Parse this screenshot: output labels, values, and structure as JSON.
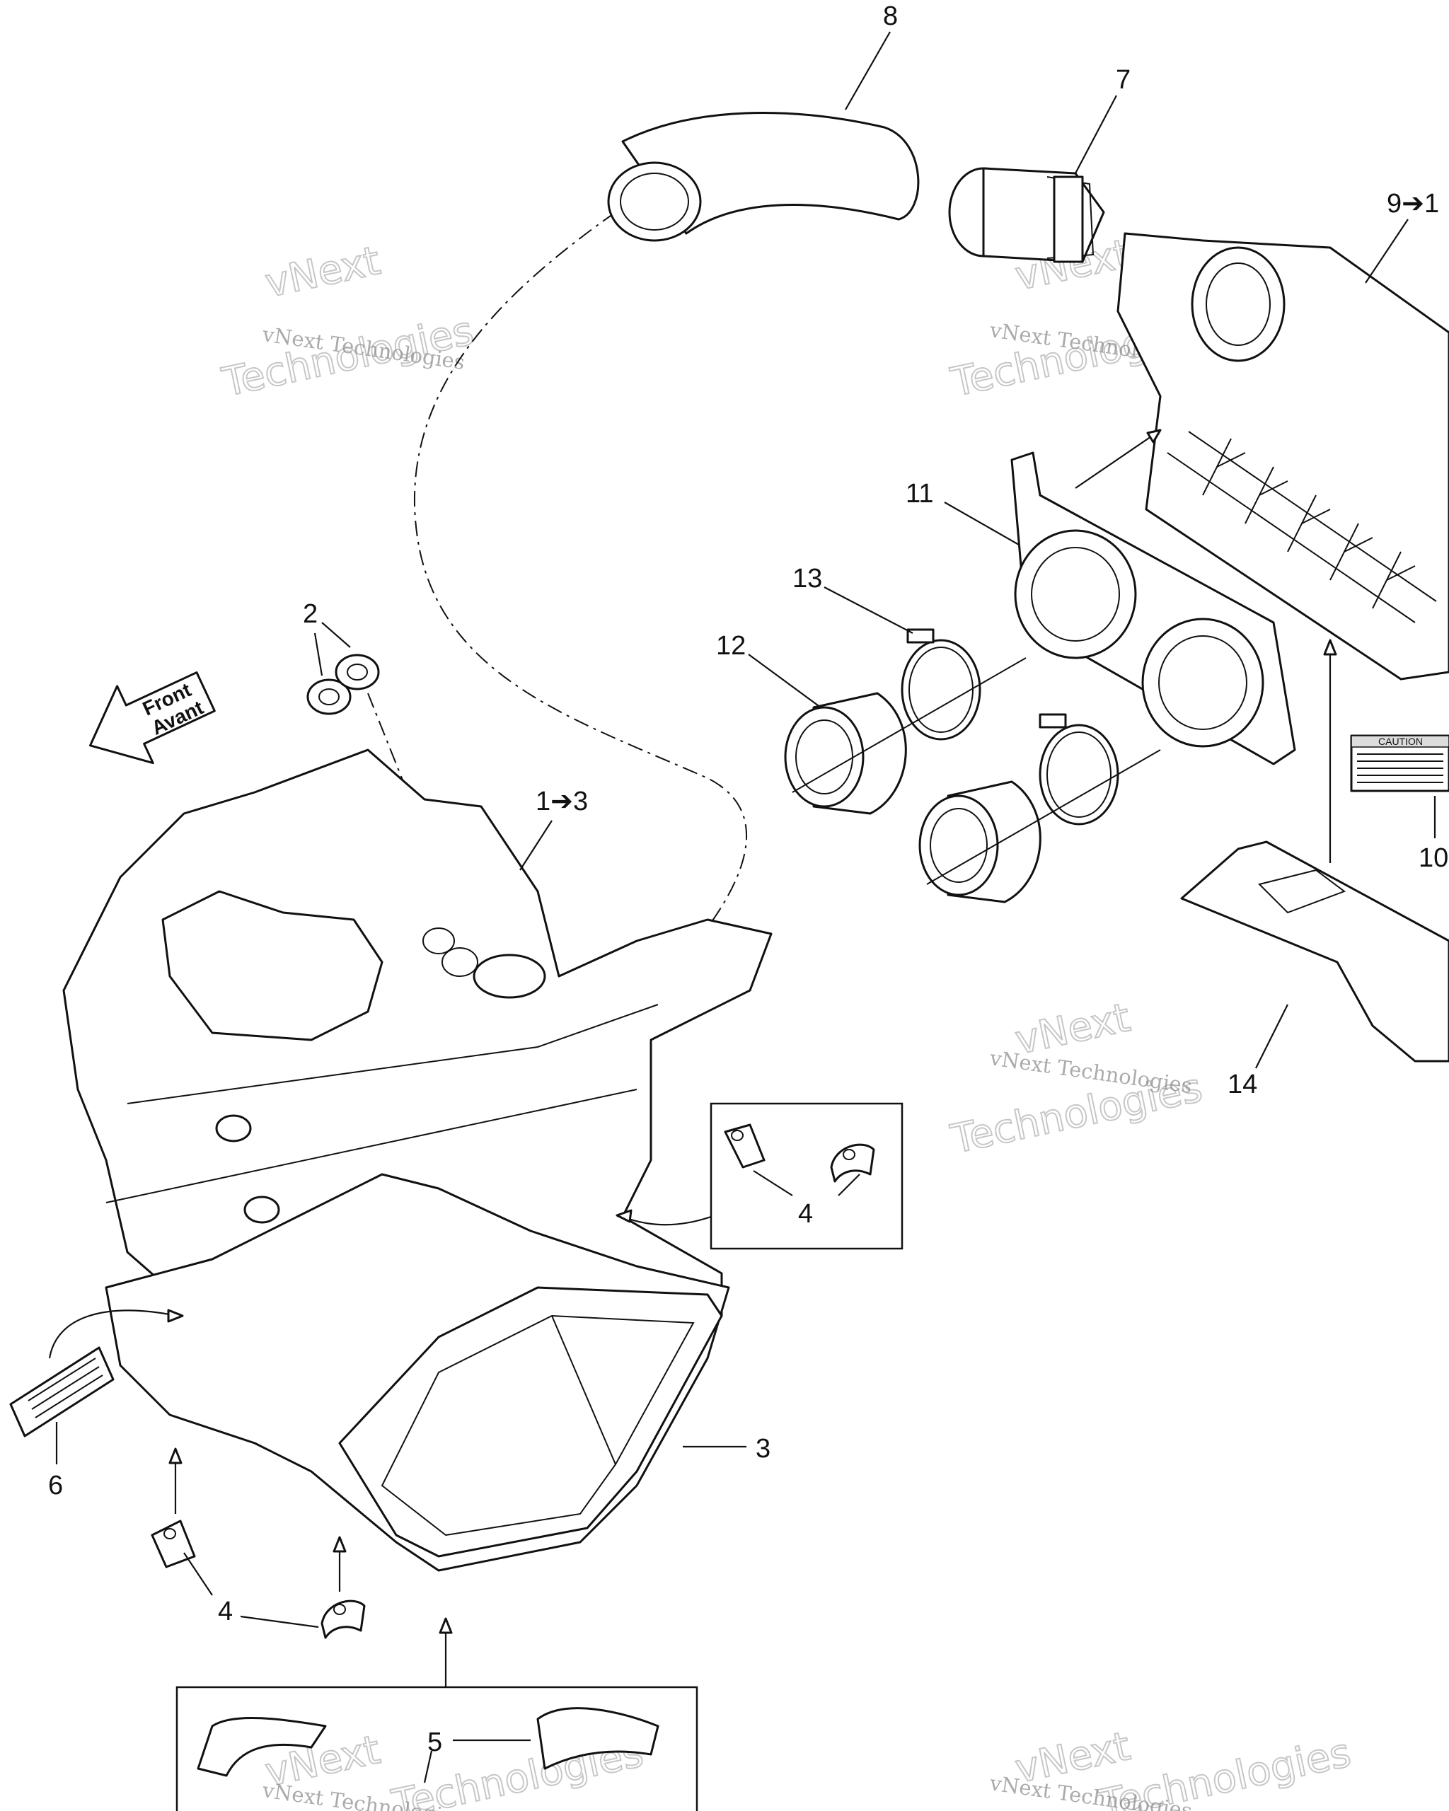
{
  "diagram": {
    "callouts": [
      {
        "id": "c8",
        "text": "8"
      },
      {
        "id": "c7",
        "text": "7"
      },
      {
        "id": "c9",
        "text": "9➔1"
      },
      {
        "id": "c11",
        "text": "11"
      },
      {
        "id": "c13",
        "text": "13"
      },
      {
        "id": "c12",
        "text": "12"
      },
      {
        "id": "c2",
        "text": "2"
      },
      {
        "id": "c1",
        "text": "1➔3"
      },
      {
        "id": "c10",
        "text": "10"
      },
      {
        "id": "c14",
        "text": "14"
      },
      {
        "id": "c4a",
        "text": "4"
      },
      {
        "id": "c3",
        "text": "3"
      },
      {
        "id": "c6",
        "text": "6"
      },
      {
        "id": "c4b",
        "text": "4"
      },
      {
        "id": "c5",
        "text": "5"
      }
    ],
    "front_arrow": {
      "line1": "Front",
      "line2": "Avant"
    },
    "caution_label": {
      "heading": "CAUTION"
    },
    "watermark": {
      "small": "vNext Technologies",
      "big1": "vNext",
      "big2": "Technologies"
    }
  }
}
